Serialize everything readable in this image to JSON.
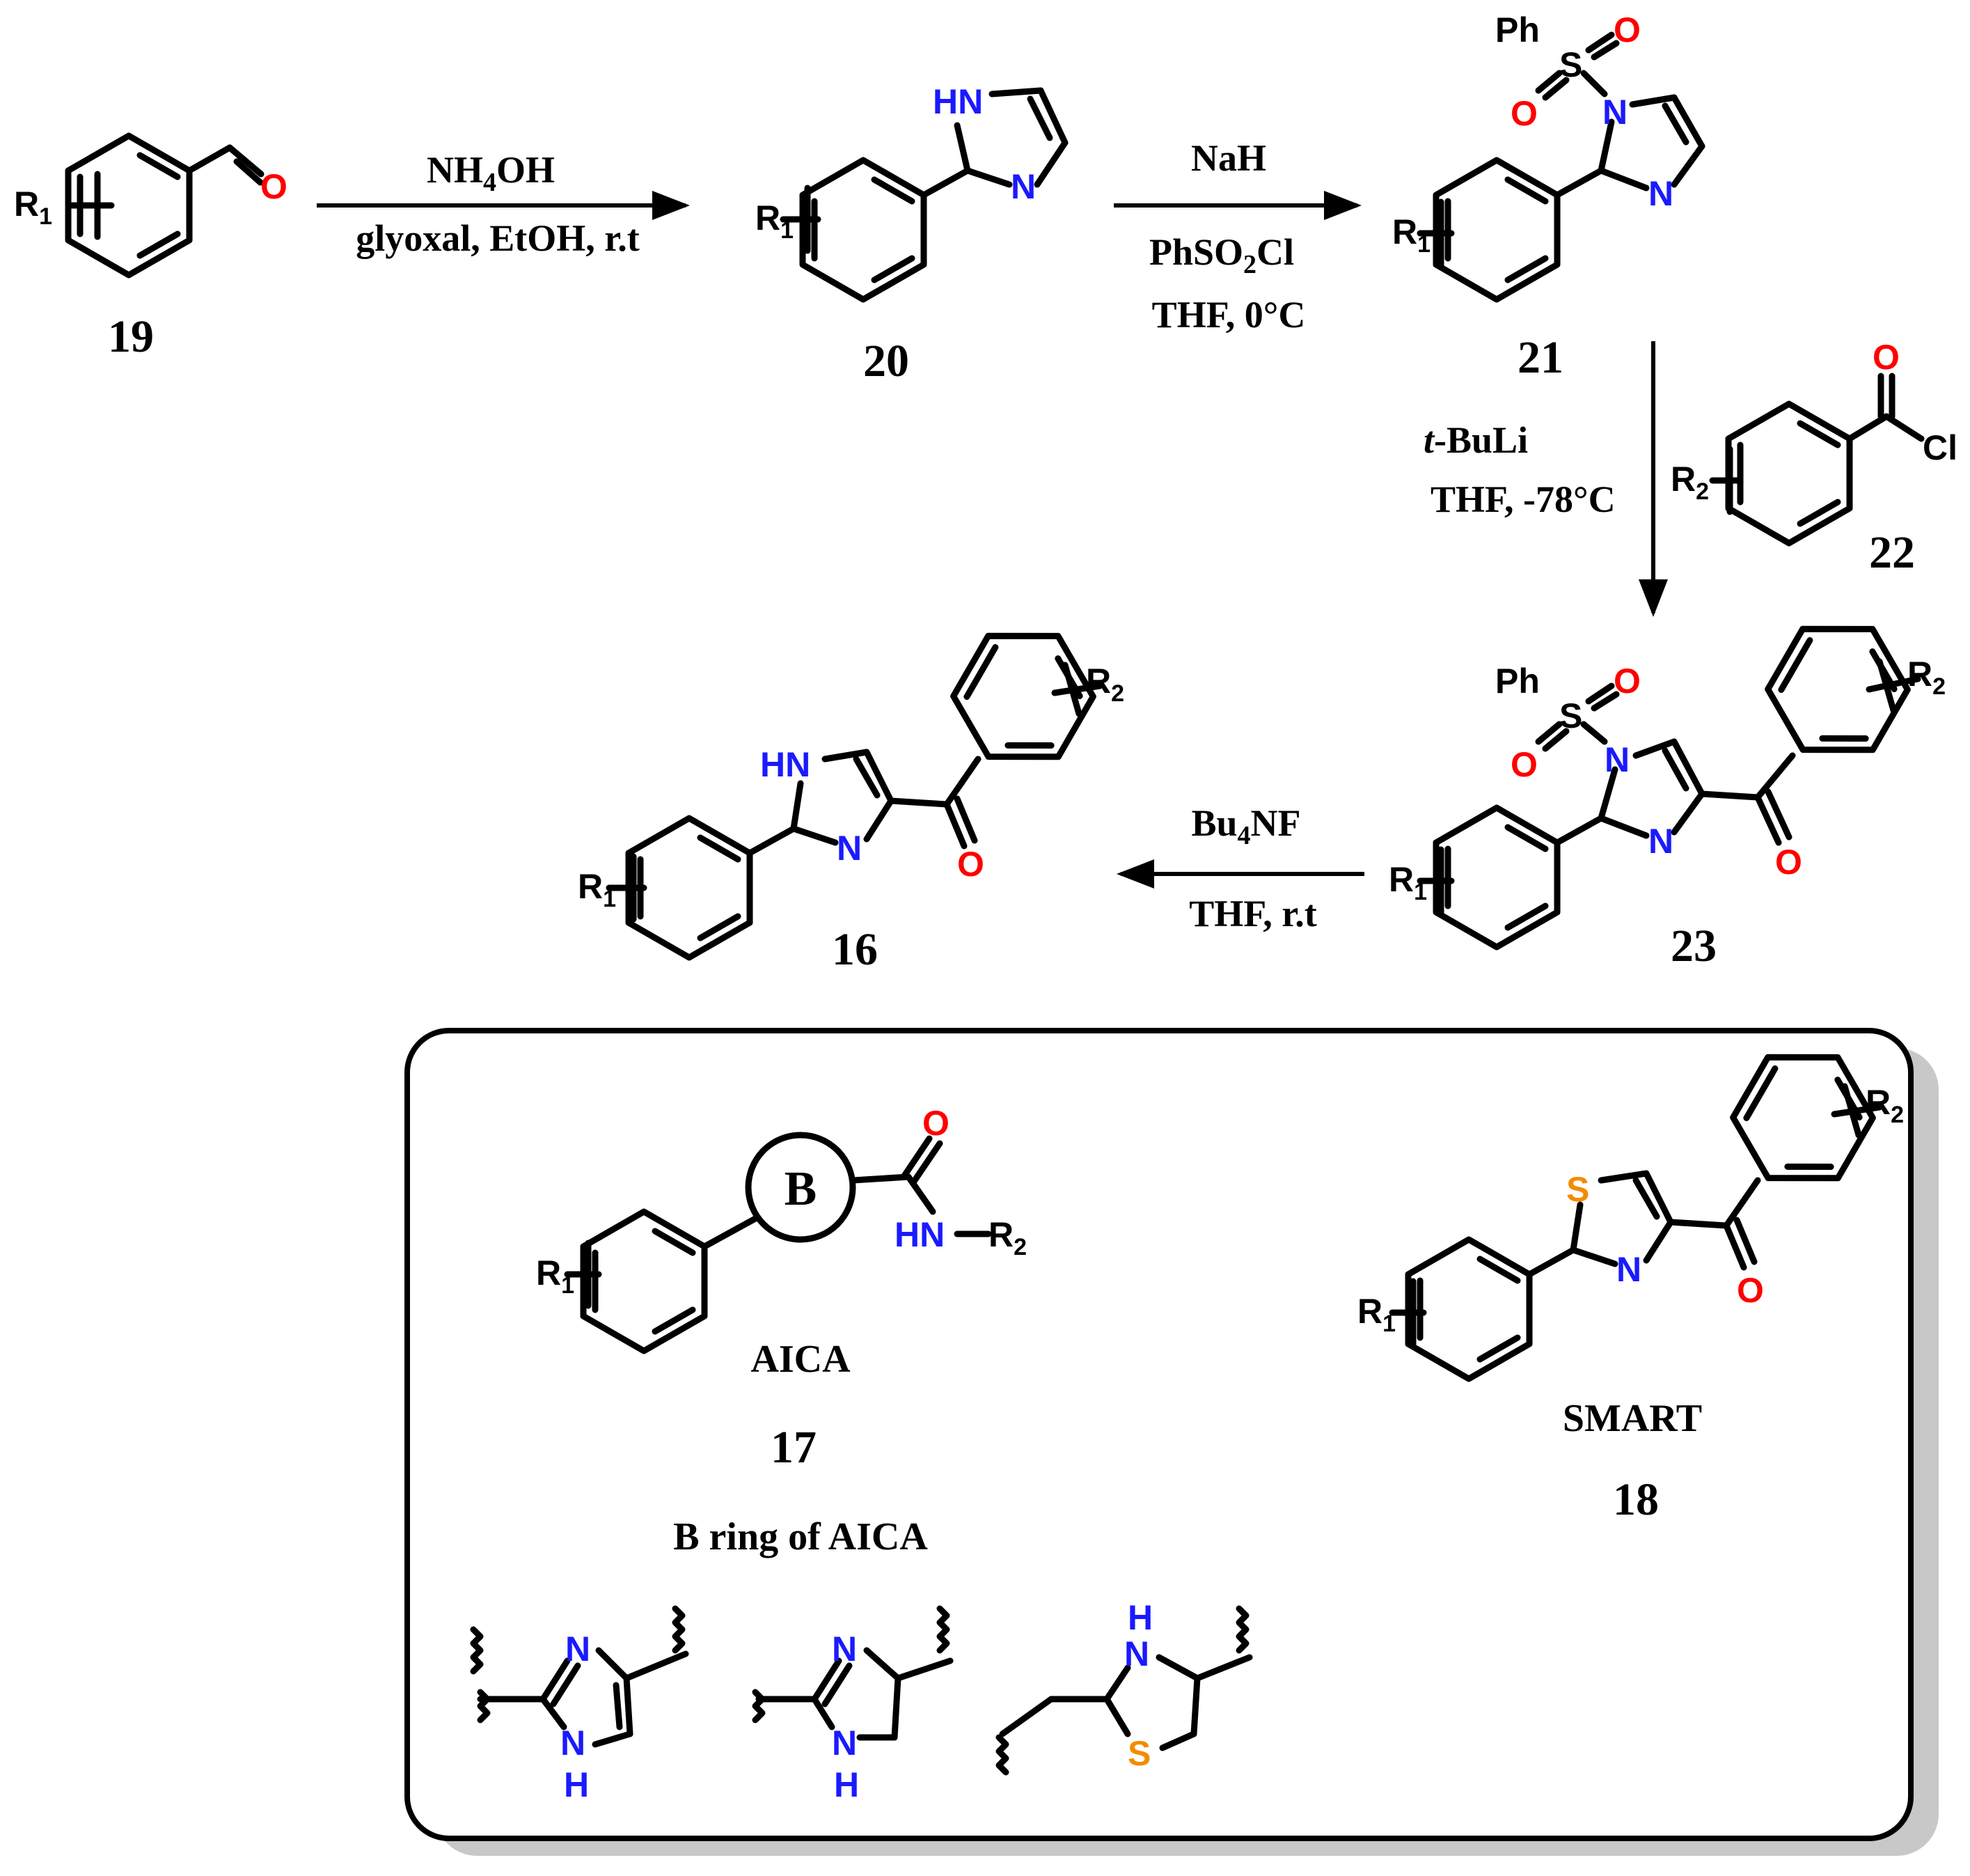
{
  "colors": {
    "bond": "#000000",
    "nitrogen": "#1a1aff",
    "oxygen": "#ff0000",
    "sulfur": "#f28c00",
    "box_border": "#000000",
    "box_shadow": "#c8c8c8"
  },
  "atoms": {
    "R1": "R",
    "R1_sub": "1",
    "R2": "R",
    "R2_sub": "2",
    "O": "O",
    "N": "N",
    "HN": "HN",
    "H": "H",
    "S": "S",
    "Ph": "Ph",
    "Cl": "Cl",
    "NH_R2": "HN",
    "B": "B"
  },
  "compounds": {
    "c19": "19",
    "c20": "20",
    "c21": "21",
    "c22": "22",
    "c23": "23",
    "c16": "16",
    "c17": "17",
    "c18": "18"
  },
  "conditions": {
    "step1_above_main": "NH",
    "step1_above_sub": "4",
    "step1_above_tail": "OH",
    "step1_below": "glyoxal, EtOH, r.t",
    "step2_above": "NaH",
    "step2_mid_main": "PhSO",
    "step2_mid_sub": "2",
    "step2_mid_tail": "Cl",
    "step2_below": "THF, 0°C",
    "step3_line1_italic": "t",
    "step3_line1_rest": "-BuLi",
    "step3_line2": "THF, -78°C",
    "step4_above_main": "Bu",
    "step4_above_sub": "4",
    "step4_above_tail": "NF",
    "step4_below": "THF, r.t"
  },
  "box": {
    "aica_label": "AICA",
    "smart_label": "SMART",
    "b_ring_caption": "B ring of AICA"
  }
}
